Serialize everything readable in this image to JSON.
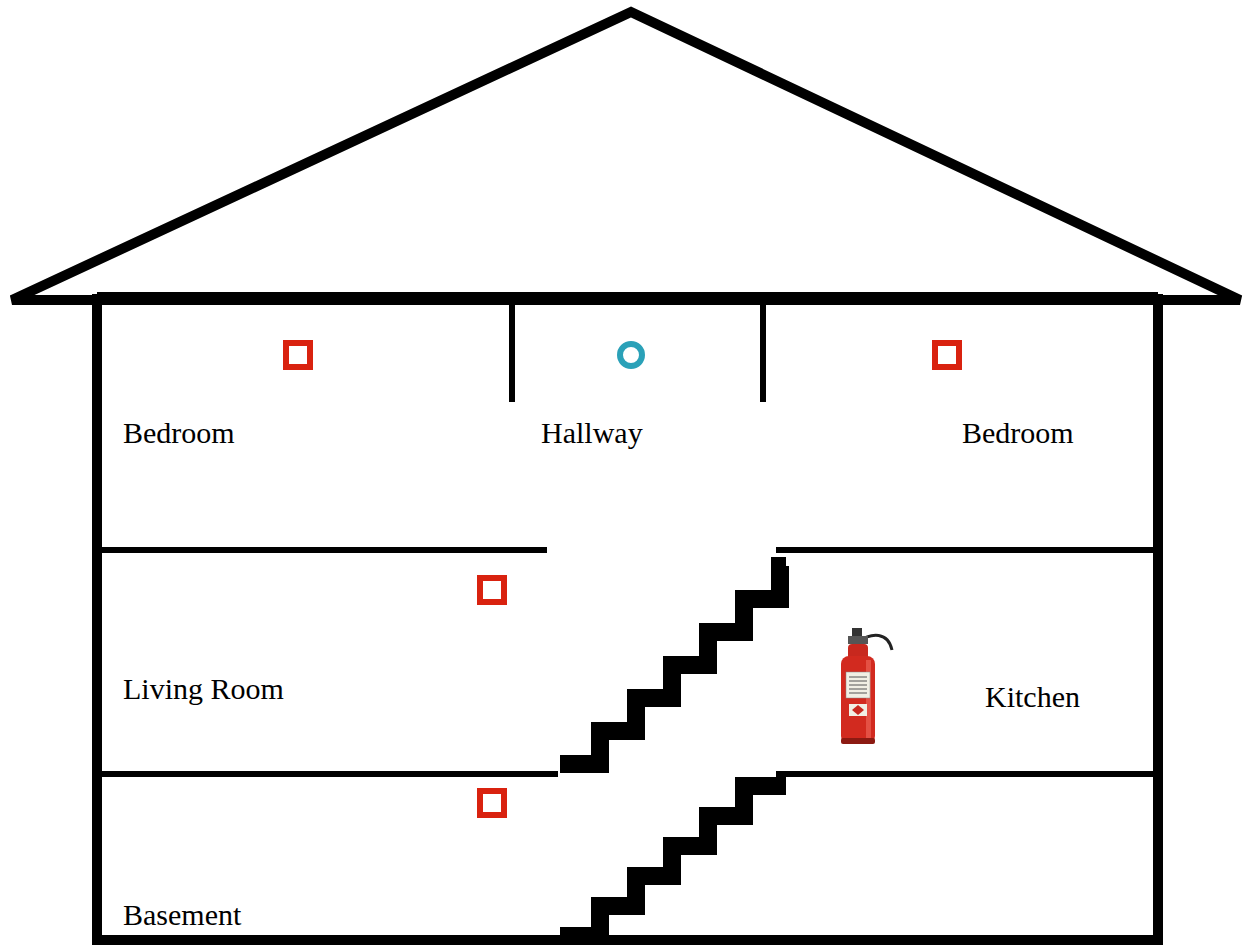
{
  "diagram": {
    "labels": [
      "Bedroom",
      "Hallway",
      "Bedroom",
      "Living Room",
      "Kitchen",
      "Basement"
    ]
  }
}
